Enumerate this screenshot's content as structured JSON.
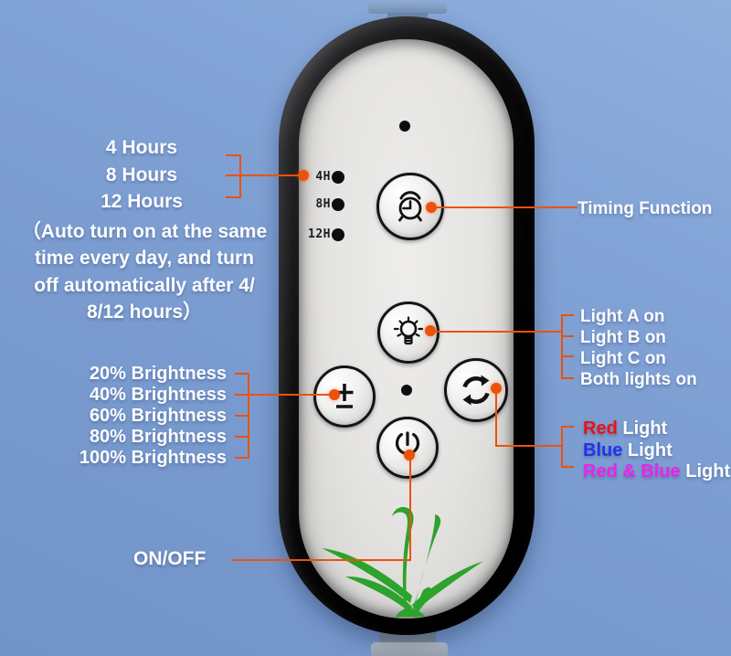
{
  "colors": {
    "accent": "#ea520c",
    "red": "#ee1111",
    "blue": "#2233ee",
    "magenta": "#ee22ee",
    "leaf": "#2ca32c"
  },
  "annotations": {
    "hours": [
      "4 Hours",
      "8 Hours",
      "12 Hours"
    ],
    "hours_note": [
      "（Auto turn on at the same",
      "time every day, and turn",
      "off automatically after 4/",
      "8/12 hours）"
    ],
    "brightness": [
      "20% Brightness",
      "40% Brightness",
      "60% Brightness",
      "80% Brightness",
      "100% Brightness"
    ],
    "power": "ON/OFF",
    "timing": "Timing Function",
    "light_modes": [
      "Light A on",
      "Light B on",
      "Light C on",
      "Both lights on"
    ],
    "color_modes": [
      {
        "name": "Red",
        "suffix": " Light"
      },
      {
        "name": "Blue",
        "suffix": " Light"
      },
      {
        "name": "Red & Blue",
        "suffix": " Light"
      }
    ]
  },
  "remote": {
    "timer_leds": [
      "4H",
      "8H",
      "12H"
    ],
    "button_icons": [
      "alarm-clock",
      "light-bulb",
      "plus-minus",
      "cycle-arrows",
      "power"
    ]
  }
}
